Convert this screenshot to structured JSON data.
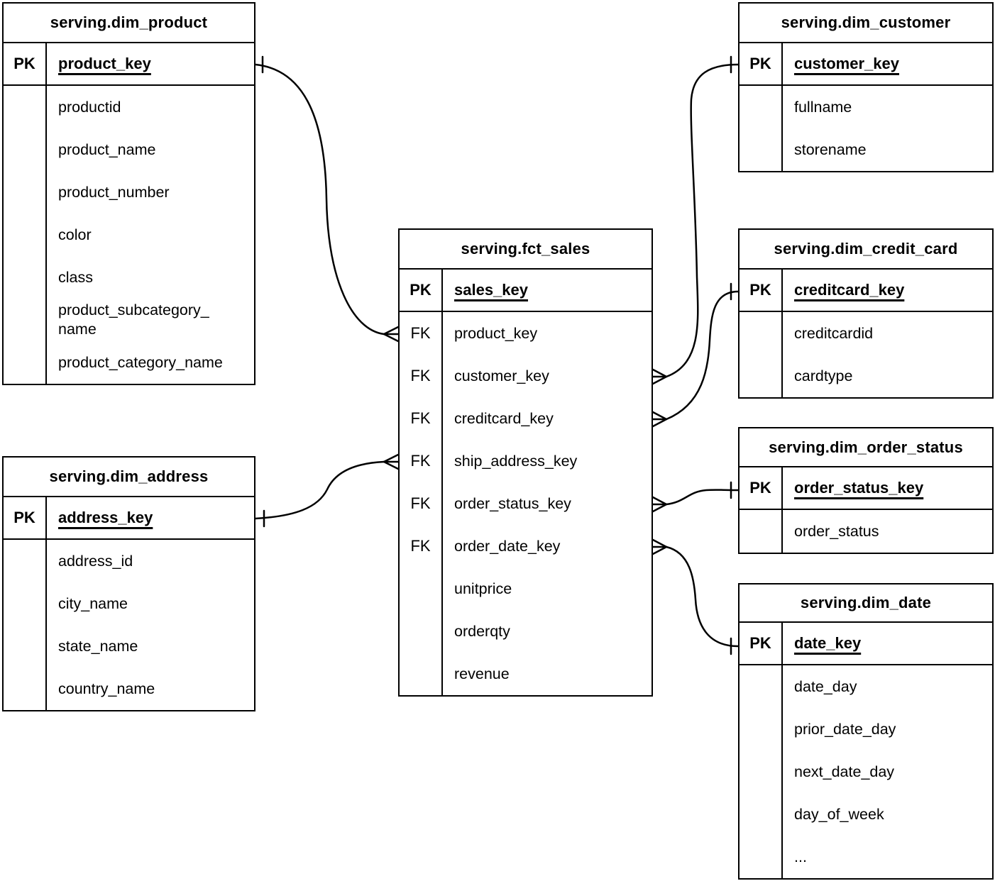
{
  "tables": {
    "dim_product": {
      "title": "serving.dim_product",
      "pk_label": "PK",
      "pk_field": "product_key",
      "fields": [
        "productid",
        "product_name",
        "product_number",
        "color",
        "class",
        "product_subcategory_\nname",
        "product_category_name"
      ]
    },
    "dim_customer": {
      "title": "serving.dim_customer",
      "pk_label": "PK",
      "pk_field": "customer_key",
      "fields": [
        "fullname",
        "storename"
      ]
    },
    "fct_sales": {
      "title": "serving.fct_sales",
      "pk_label": "PK",
      "fk_label": "FK",
      "pk_field": "sales_key",
      "fk_fields": [
        "product_key",
        "customer_key",
        "creditcard_key",
        "ship_address_key",
        "order_status_key",
        "order_date_key"
      ],
      "measure_fields": [
        "unitprice",
        "orderqty",
        "revenue"
      ]
    },
    "dim_credit_card": {
      "title": "serving.dim_credit_card",
      "pk_label": "PK",
      "pk_field": "creditcard_key",
      "fields": [
        "creditcardid",
        "cardtype"
      ]
    },
    "dim_order_status": {
      "title": "serving.dim_order_status",
      "pk_label": "PK",
      "pk_field": "order_status_key",
      "fields": [
        "order_status"
      ]
    },
    "dim_date": {
      "title": "serving.dim_date",
      "pk_label": "PK",
      "pk_field": "date_key",
      "fields": [
        "date_day",
        "prior_date_day",
        "next_date_day",
        "day_of_week",
        "..."
      ]
    },
    "dim_address": {
      "title": "serving.dim_address",
      "pk_label": "PK",
      "pk_field": "address_key",
      "fields": [
        "address_id",
        "city_name",
        "state_name",
        "country_name"
      ]
    }
  },
  "relationships": [
    {
      "fact_table": "serving.fct_sales",
      "fact_field": "product_key",
      "dim_table": "serving.dim_product",
      "dim_field": "product_key",
      "fact_cardinality": "many",
      "dim_cardinality": "one"
    },
    {
      "fact_table": "serving.fct_sales",
      "fact_field": "customer_key",
      "dim_table": "serving.dim_customer",
      "dim_field": "customer_key",
      "fact_cardinality": "many",
      "dim_cardinality": "one"
    },
    {
      "fact_table": "serving.fct_sales",
      "fact_field": "creditcard_key",
      "dim_table": "serving.dim_credit_card",
      "dim_field": "creditcard_key",
      "fact_cardinality": "many",
      "dim_cardinality": "one"
    },
    {
      "fact_table": "serving.fct_sales",
      "fact_field": "ship_address_key",
      "dim_table": "serving.dim_address",
      "dim_field": "address_key",
      "fact_cardinality": "many",
      "dim_cardinality": "one"
    },
    {
      "fact_table": "serving.fct_sales",
      "fact_field": "order_status_key",
      "dim_table": "serving.dim_order_status",
      "dim_field": "order_status_key",
      "fact_cardinality": "many",
      "dim_cardinality": "one"
    },
    {
      "fact_table": "serving.fct_sales",
      "fact_field": "order_date_key",
      "dim_table": "serving.dim_date",
      "dim_field": "date_key",
      "fact_cardinality": "many",
      "dim_cardinality": "one"
    }
  ],
  "colors": {
    "line": "#000000",
    "background": "#ffffff"
  }
}
